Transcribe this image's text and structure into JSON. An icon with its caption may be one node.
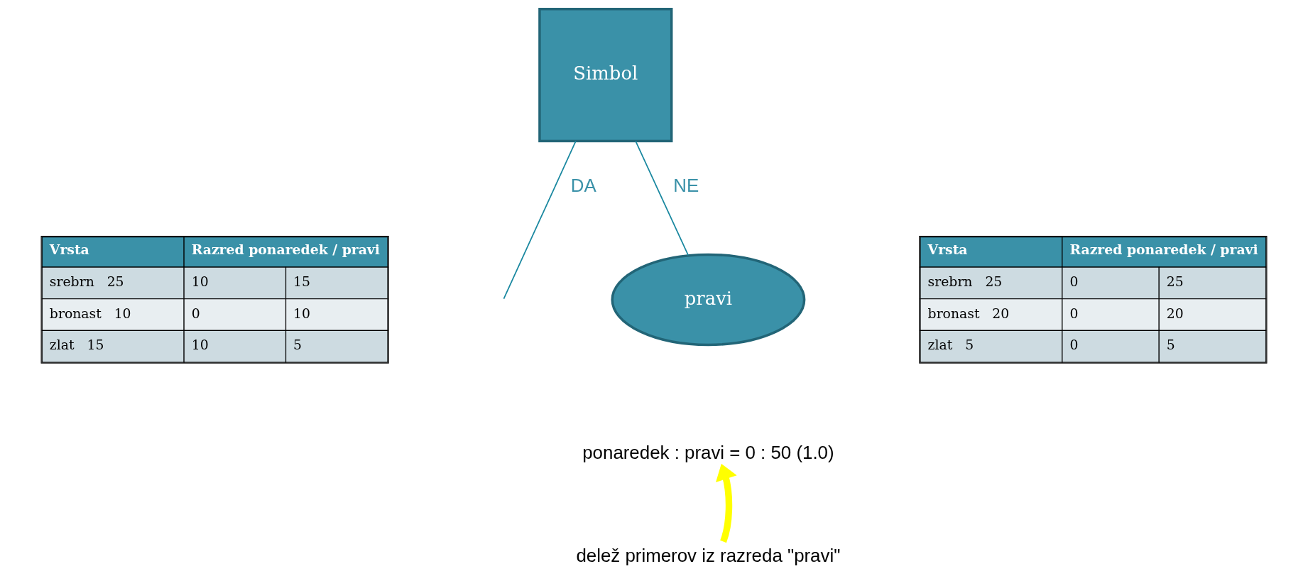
{
  "diagram": {
    "nodes": [
      {
        "text": [
          "Simbol"
        ]
      },
      {
        "text": [
          "pravi"
        ]
      },
      {
        "text": [
          "ponaredek : pravi = 0 : 50 (1.0)"
        ]
      },
      {
        "text": [
          "delež primerov iz razreda \"pravi\""
        ]
      }
    ],
    "edges": [
      {
        "from": 0,
        "to": null,
        "label": "DA",
        "arrow": "none"
      },
      {
        "from": 0,
        "to": 1,
        "label": "NE",
        "arrow": "none"
      },
      {
        "from": 3,
        "to": 2,
        "arrow": "to",
        "style": "thick",
        "color": "#ffff00"
      }
    ],
    "labels": [
      "Vrsta",
      "Razred ponaredek / pravi",
      "srebrn",
      "25",
      "10",
      "15",
      "bronast",
      "10",
      "0",
      "10",
      "zlat",
      "15",
      "10",
      "5",
      "Vrsta",
      "Razred ponaredek / pravi",
      "srebrn",
      "25",
      "0",
      "25",
      "bronast",
      "20",
      "0",
      "20",
      "zlat",
      "5",
      "0",
      "5"
    ]
  }
}
